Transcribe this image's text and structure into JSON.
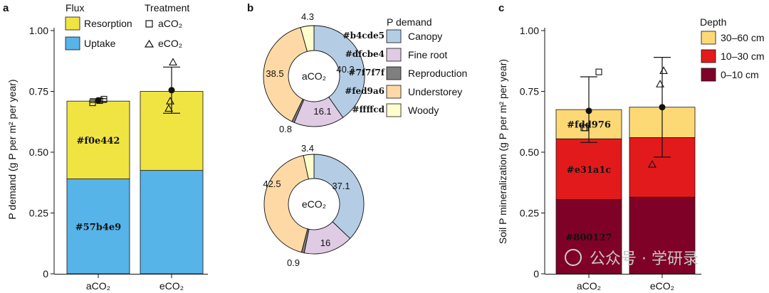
{
  "chart_data": [
    {
      "panel": "a",
      "type": "bar",
      "stacked": true,
      "ylabel": "P demand (g P per m² per year)",
      "ylim": [
        0,
        1.0
      ],
      "yticks": [
        "0",
        "0.25",
        "0.50",
        "0.75",
        "1.00"
      ],
      "categories": [
        "aCO₂",
        "eCO₂"
      ],
      "series": [
        {
          "name": "Uptake",
          "color": "#57b4e9",
          "values": [
            0.39,
            0.425
          ]
        },
        {
          "name": "Resorption",
          "color": "#f0e442",
          "values": [
            0.32,
            0.325
          ]
        }
      ],
      "mean_points": [
        0.713,
        0.755
      ],
      "error_bars": [
        [
          0.705,
          0.72
        ],
        [
          0.66,
          0.85
        ]
      ],
      "replicates_aCO2": [
        0.703,
        0.712,
        0.718
      ],
      "replicates_eCO2": [
        0.68,
        0.71,
        0.87
      ],
      "legend": {
        "flux_title": "Flux",
        "treatment_title": "Treatment",
        "treatment_items": [
          "aCO₂",
          "eCO₂"
        ]
      },
      "bar_labels": [
        "#57b4e9",
        "#f0e442"
      ]
    },
    {
      "panel": "b",
      "type": "pie",
      "donut": true,
      "legend_title": "P demand",
      "categories": [
        "Canopy",
        "Fine root",
        "Reproduction",
        "Understorey",
        "Woody"
      ],
      "colors": [
        "#b4cde5",
        "#dfcbe4",
        "#7f7f7f",
        "#fed9a6",
        "#ffffcd"
      ],
      "color_labels": [
        "#b4cde5",
        "#dfcbe4",
        "#7f7f7f",
        "#fed9a6",
        "#ffffcd"
      ],
      "rings": [
        {
          "center_label": "aCO₂",
          "values": [
            40.3,
            16.1,
            0.8,
            38.5,
            4.3
          ]
        },
        {
          "center_label": "eCO₂",
          "values": [
            37.1,
            16,
            0.9,
            42.5,
            3.4
          ]
        }
      ]
    },
    {
      "panel": "c",
      "type": "bar",
      "stacked": true,
      "ylabel": "Soil P mineralization (g P per m² per year)",
      "ylim": [
        0,
        1.0
      ],
      "yticks": [
        "0",
        "0.25",
        "0.50",
        "0.75",
        "1.00"
      ],
      "categories": [
        "aCO₂",
        "eCO₂"
      ],
      "legend_title": "Depth",
      "series": [
        {
          "name": "0–10 cm",
          "color": "#800127",
          "values": [
            0.305,
            0.315
          ]
        },
        {
          "name": "10–30 cm",
          "color": "#e31a1c",
          "values": [
            0.25,
            0.245
          ]
        },
        {
          "name": "30–60 cm",
          "color": "#fdd976",
          "values": [
            0.12,
            0.125
          ]
        }
      ],
      "mean_points": [
        0.67,
        0.685
      ],
      "error_bars": [
        [
          0.54,
          0.81
        ],
        [
          0.48,
          0.89
        ]
      ],
      "replicates_aCO2": [
        0.6,
        0.6,
        0.83
      ],
      "replicates_eCO2": [
        0.45,
        0.78,
        0.835
      ],
      "bar_labels": [
        "#800127",
        "#e31a1c",
        "#fdd976"
      ]
    }
  ],
  "panel_letters": [
    "a",
    "b",
    "c"
  ],
  "watermark": "公众号 · 学研录"
}
